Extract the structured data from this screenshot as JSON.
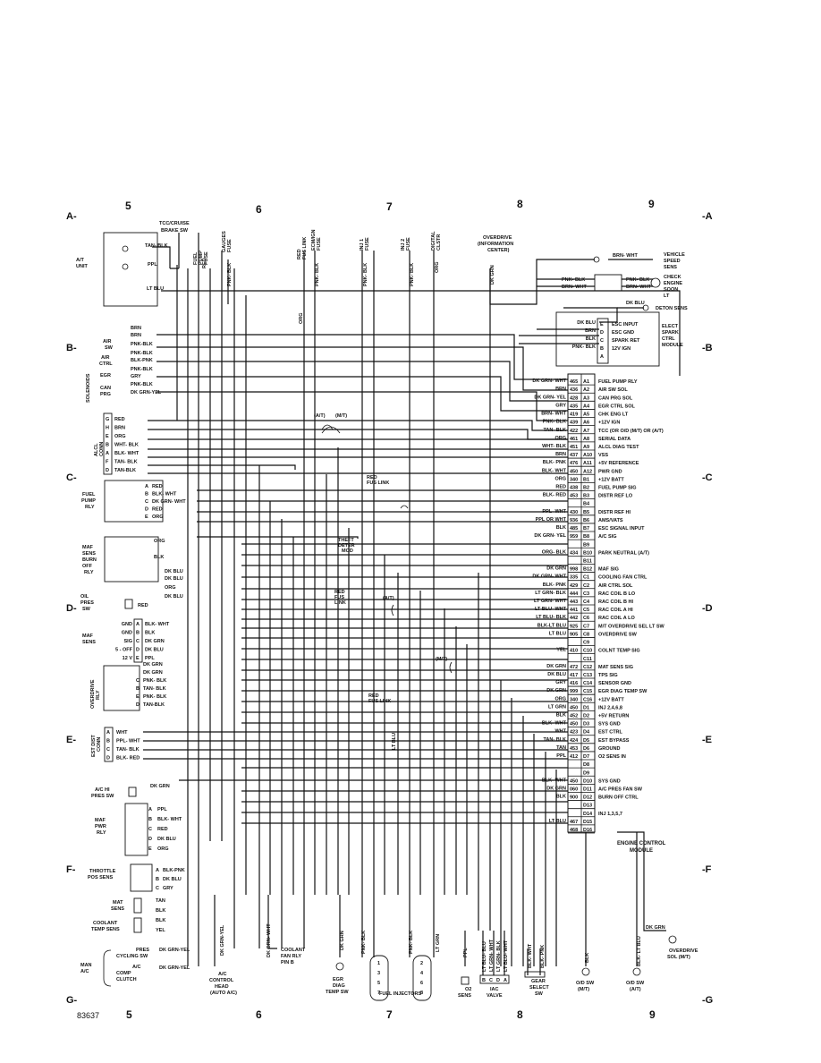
{
  "grid": {
    "columns": [
      "5",
      "6",
      "7",
      "8",
      "9"
    ],
    "rows_left": [
      "A-",
      "B-",
      "C-",
      "D-",
      "E-",
      "F-",
      "G-"
    ],
    "rows_right": [
      "-A",
      "-B",
      "-C",
      "-D",
      "-E",
      "-F",
      "-G"
    ],
    "figure_number": "83637"
  },
  "ecm": {
    "title_line1": "ENGINE CONTROL",
    "title_line2": "MODULE",
    "pins": [
      {
        "ckt": "465",
        "pin": "A1",
        "fn": "FUEL PUMP RLY",
        "wire": "DK GRN- WHT"
      },
      {
        "ckt": "436",
        "pin": "A2",
        "fn": "AIR SW SOL",
        "wire": "BRN"
      },
      {
        "ckt": "428",
        "pin": "A3",
        "fn": "CAN PRG SOL",
        "wire": "DK GRN- YEL"
      },
      {
        "ckt": "435",
        "pin": "A4",
        "fn": "EGR CTRL SOL",
        "wire": "GRY"
      },
      {
        "ckt": "419",
        "pin": "A5",
        "fn": "CHK ENG LT",
        "wire": "BRN- WHT"
      },
      {
        "ckt": "439",
        "pin": "A6",
        "fn": "+12V IGN",
        "wire": "PNK- BLK"
      },
      {
        "ckt": "422",
        "pin": "A7",
        "fn": "TCC (OR O/D (M/T) OR (A/T)",
        "wire": "TAN- BLK"
      },
      {
        "ckt": "461",
        "pin": "A8",
        "fn": "SERIAL DATA",
        "wire": "ORG"
      },
      {
        "ckt": "451",
        "pin": "A9",
        "fn": "ALCL DIAG TEST",
        "wire": "WHT- BLK"
      },
      {
        "ckt": "437",
        "pin": "A10",
        "fn": "VSS",
        "wire": "BRN"
      },
      {
        "ckt": "476",
        "pin": "A11",
        "fn": "+5V REFERENCE",
        "wire": "BLK- PNK"
      },
      {
        "ckt": "450",
        "pin": "A12",
        "fn": "PWR GND",
        "wire": "BLK- WHT"
      },
      {
        "ckt": "340",
        "pin": "B1",
        "fn": "+12V BATT",
        "wire": "ORG"
      },
      {
        "ckt": "438",
        "pin": "B2",
        "fn": "FUEL PUMP SIG",
        "wire": "RED"
      },
      {
        "ckt": "453",
        "pin": "B3",
        "fn": "DISTR REF LO",
        "wire": "BLK- RED"
      },
      {
        "ckt": "",
        "pin": "B4",
        "fn": "",
        "wire": ""
      },
      {
        "ckt": "430",
        "pin": "B5",
        "fn": "DISTR REF HI",
        "wire": "PPL- WHT"
      },
      {
        "ckt": "936",
        "pin": "B6",
        "fn": "AMS/VATS",
        "wire": "PPL OR WHT"
      },
      {
        "ckt": "485",
        "pin": "B7",
        "fn": "ESC SIGNAL INPUT",
        "wire": "BLK"
      },
      {
        "ckt": "959",
        "pin": "B8",
        "fn": "A/C SIG",
        "wire": "DK GRN- YEL"
      },
      {
        "ckt": "",
        "pin": "B9",
        "fn": "",
        "wire": ""
      },
      {
        "ckt": "434",
        "pin": "B10",
        "fn": "PARK NEUTRAL (A/T)",
        "wire": "ORG- BLK"
      },
      {
        "ckt": "",
        "pin": "B11",
        "fn": "",
        "wire": ""
      },
      {
        "ckt": "998",
        "pin": "B12",
        "fn": "MAF SIG",
        "wire": "DK GRN"
      },
      {
        "ckt": "335",
        "pin": "C1",
        "fn": "COOLING FAN CTRL",
        "wire": "DK GRN- WHT"
      },
      {
        "ckt": "429",
        "pin": "C2",
        "fn": "AIR CTRL SOL",
        "wire": "BLK- PNK"
      },
      {
        "ckt": "444",
        "pin": "C3",
        "fn": "RAC COIL B LO",
        "wire": "LT GRN- BLK"
      },
      {
        "ckt": "443",
        "pin": "C4",
        "fn": "RAC COIL B HI",
        "wire": "LT GRN- WHT"
      },
      {
        "ckt": "441",
        "pin": "C5",
        "fn": "RAC COIL A HI",
        "wire": "LT BLU- WHT"
      },
      {
        "ckt": "442",
        "pin": "C6",
        "fn": "RAC COIL A LO",
        "wire": "LT BLU- BLK"
      },
      {
        "ckt": "925",
        "pin": "C7",
        "fn": "M/T OVERDRIVE SEL LT SW",
        "wire": "BLK-LT BLU"
      },
      {
        "ckt": "905",
        "pin": "C8",
        "fn": "OVERDRIVE SW",
        "wire": "LT BLU"
      },
      {
        "ckt": "",
        "pin": "C9",
        "fn": "",
        "wire": ""
      },
      {
        "ckt": "410",
        "pin": "C10",
        "fn": "COLNT TEMP SIG",
        "wire": "YEL"
      },
      {
        "ckt": "",
        "pin": "C11",
        "fn": "",
        "wire": ""
      },
      {
        "ckt": "472",
        "pin": "C12",
        "fn": "MAT SENS SIG",
        "wire": "DK GRN"
      },
      {
        "ckt": "417",
        "pin": "C13",
        "fn": "TPS SIG",
        "wire": "DK BLU"
      },
      {
        "ckt": "416",
        "pin": "C14",
        "fn": "SENSOR GND",
        "wire": "GRY"
      },
      {
        "ckt": "999",
        "pin": "C15",
        "fn": "EGR DIAG TEMP SW",
        "wire": "DK GRN"
      },
      {
        "ckt": "340",
        "pin": "C16",
        "fn": "+12V BATT",
        "wire": "ORG"
      },
      {
        "ckt": "450",
        "pin": "D1",
        "fn": "INJ 2,4,6,8",
        "wire": "LT GRN"
      },
      {
        "ckt": "452",
        "pin": "D2",
        "fn": "+5V RETURN",
        "wire": "BLK"
      },
      {
        "ckt": "450",
        "pin": "D3",
        "fn": "SYS GND",
        "wire": "BLK- WHT"
      },
      {
        "ckt": "423",
        "pin": "D4",
        "fn": "EST CTRL",
        "wire": "WHT"
      },
      {
        "ckt": "424",
        "pin": "D5",
        "fn": "EST BYPASS",
        "wire": "TAN- BLK"
      },
      {
        "ckt": "453",
        "pin": "D6",
        "fn": "GROUND",
        "wire": "TAN"
      },
      {
        "ckt": "412",
        "pin": "D7",
        "fn": "O2 SENS IN",
        "wire": "PPL"
      },
      {
        "ckt": "",
        "pin": "D8",
        "fn": "",
        "wire": ""
      },
      {
        "ckt": "",
        "pin": "D9",
        "fn": "",
        "wire": ""
      },
      {
        "ckt": "450",
        "pin": "D10",
        "fn": "SYS GND",
        "wire": "BLK- WHT"
      },
      {
        "ckt": "060",
        "pin": "D11",
        "fn": "A/C PRES FAN SW",
        "wire": "DK GRN"
      },
      {
        "ckt": "900",
        "pin": "D12",
        "fn": "BURN OFF CTRL",
        "wire": "BLK"
      },
      {
        "ckt": "",
        "pin": "D13",
        "fn": "",
        "wire": ""
      },
      {
        "ckt": "",
        "pin": "D14",
        "fn": "INJ 1,3,5,7",
        "wire": ""
      },
      {
        "ckt": "467",
        "pin": "D15",
        "fn": "",
        "wire": "LT BLU"
      },
      {
        "ckt": "468",
        "pin": "D16",
        "fn": "",
        "wire": ""
      }
    ]
  },
  "top_components": {
    "tcc_cruise": [
      "TCC/CRUISE",
      "BRAKE SW"
    ],
    "fuel_pump_fuse": [
      "FUEL",
      "PUMP",
      "FUSE"
    ],
    "gauges_fuse": [
      "GAUGES",
      "FUSE"
    ],
    "red_fus_link": [
      "RED",
      "FUS LINK"
    ],
    "ecm_ign_fuse": [
      "ECM/IGN",
      "FUSE"
    ],
    "inj1_fuse": [
      "INJ 1",
      "FUSE"
    ],
    "inj2_fuse": [
      "INJ 2",
      "FUSE"
    ],
    "digital_clstr": [
      "DIGITAL",
      "CLSTR"
    ],
    "overdrive_info": [
      "OVERDRIVE",
      "(INFORMATION",
      "CENTER)"
    ],
    "wire_labels": [
      "RED",
      "PNK- BLK",
      "ORG",
      "PNK- BLK",
      "PNK- BLK",
      "PNK- BLK",
      "ORG",
      "DK GRN"
    ]
  },
  "right_components": {
    "vss": [
      "VEHICLE",
      "SPEED",
      "SENS"
    ],
    "vss_wire": "BRN- WHT",
    "check_engine": [
      "CHECK",
      "ENGINE",
      "SOON",
      "LT"
    ],
    "check_wires": [
      "PNK- BLK",
      "BRN- WHT",
      "PNK- BLK",
      "BRN- WHT"
    ],
    "deton": "DETON SENS",
    "deton_wire": "DK BLU",
    "esc_pins": [
      {
        "pin": "E",
        "fn": "ESC INPUT",
        "wire": "DK BLU"
      },
      {
        "pin": "D",
        "fn": "ESC GND",
        "wire": "BRN"
      },
      {
        "pin": "C",
        "fn": "SPARK RET",
        "wire": "BLK"
      },
      {
        "pin": "B",
        "fn": "12V IGN",
        "wire": "PNK- BLK"
      },
      {
        "pin": "A",
        "fn": "",
        "wire": ""
      }
    ],
    "esc_module": [
      "ELECT",
      "SPARK",
      "CTRL",
      "MODULE"
    ]
  },
  "left_components": {
    "at_unit": [
      "A/T",
      "UNIT"
    ],
    "at_wires": [
      "TAN- BLK",
      "PPL",
      "LT BLU"
    ],
    "solenoids_label": "SOLENOIDS",
    "air_sw": [
      "AIR",
      "SW"
    ],
    "air_ctrl": [
      "AIR",
      "CTRL"
    ],
    "egr": "EGR",
    "can_prg": [
      "CAN",
      "PRG"
    ],
    "sol_wires": [
      "BRN",
      "BRN",
      "PNK-BLK",
      "PNK-BLK",
      "BLK-PNK",
      "PNK-BLK",
      "GRY",
      "PNK-BLK",
      "DK GRN-YEL"
    ],
    "alcl_label": [
      "ALCL",
      "CONN"
    ],
    "alcl_pins": [
      {
        "pin": "G",
        "wire": "RED"
      },
      {
        "pin": "H",
        "wire": "BRN"
      },
      {
        "pin": "E",
        "wire": "ORG"
      },
      {
        "pin": "B",
        "wire": "WHT- BLK"
      },
      {
        "pin": "A",
        "wire": "BLK- WHT"
      },
      {
        "pin": "F",
        "wire": "TAN- BLK"
      },
      {
        "pin": "D",
        "wire": "TAN-BLK"
      }
    ],
    "fuel_pump_rly": [
      "FUEL",
      "PUMP",
      "RLY"
    ],
    "fp_pins": [
      {
        "pin": "A",
        "wire": "RED"
      },
      {
        "pin": "B",
        "wire": "BLK- WHT"
      },
      {
        "pin": "C",
        "wire": "DK GRN- WHT"
      },
      {
        "pin": "D",
        "wire": "RED"
      },
      {
        "pin": "E",
        "wire": "ORG"
      }
    ],
    "maf_burn": [
      "MAF",
      "SENS",
      "BURN",
      "OFF",
      "RLY"
    ],
    "maf_burn_wires": [
      "ORG",
      "BLK",
      "DK BLU",
      "DK BLU",
      "ORG",
      "DK BLU"
    ],
    "oil_pres": [
      "OIL",
      "PRES",
      "SW"
    ],
    "oil_wire": "RED",
    "maf_sens": [
      "MAF",
      "SENS"
    ],
    "maf_pins": [
      {
        "lbl": "GND",
        "pin": "A",
        "wire": "BLK- WHT"
      },
      {
        "lbl": "GND",
        "pin": "B",
        "wire": "BLK"
      },
      {
        "lbl": "SIG",
        "pin": "C",
        "wire": "DK GRN"
      },
      {
        "lbl": "5 - OFF",
        "pin": "D",
        "wire": "DK BLU"
      },
      {
        "lbl": "12 V",
        "pin": "E",
        "wire": "PPL"
      }
    ],
    "overdrive_rly": [
      "OVERDRIVE",
      "RLY"
    ],
    "od_pins": [
      {
        "pin": "",
        "wire": "DK GRN"
      },
      {
        "pin": "",
        "wire": "DK GRN"
      },
      {
        "pin": "C",
        "wire": "PNK- BLK"
      },
      {
        "pin": "B",
        "wire": "TAN- BLK"
      },
      {
        "pin": "E",
        "wire": "PNK- BLK"
      },
      {
        "pin": "D",
        "wire": "TAN-BLK"
      }
    ],
    "est_dist": [
      "EST DIST",
      "CONN"
    ],
    "est_pins": [
      {
        "pin": "A",
        "wire": "WHT"
      },
      {
        "pin": "B",
        "wire": "PPL- WHT"
      },
      {
        "pin": "C",
        "wire": "TAN- BLK"
      },
      {
        "pin": "D",
        "wire": "BLK- RED"
      }
    ],
    "ac_hi": [
      "A/C HI",
      "PRES SW"
    ],
    "ac_hi_wire": "DK GRN",
    "maf_pwr": [
      "MAF",
      "PWR",
      "RLY"
    ],
    "maf_pwr_pins": [
      {
        "pin": "A",
        "wire": "PPL"
      },
      {
        "pin": "B",
        "wire": "BLK- WHT"
      },
      {
        "pin": "C",
        "wire": "RED"
      },
      {
        "pin": "D",
        "wire": "DK BLU"
      },
      {
        "pin": "E",
        "wire": "ORG"
      }
    ],
    "throttle": [
      "THROTTLE",
      "POS SENS"
    ],
    "tps_pins": [
      {
        "pin": "A",
        "wire": "BLK-PNK"
      },
      {
        "pin": "B",
        "wire": "DK BLU"
      },
      {
        "pin": "C",
        "wire": "GRY"
      }
    ],
    "mat": [
      "MAT",
      "SENS"
    ],
    "mat_wires": [
      "TAN",
      "BLK"
    ],
    "coolant": [
      "COOLANT",
      "TEMP SENS"
    ],
    "coolant_wires": [
      "BLK",
      "YEL"
    ],
    "man_ac": [
      "MAN",
      "A/C"
    ],
    "pres_cycling": [
      "PRES",
      "CYCLING SW"
    ],
    "ac_comp": [
      "A/C",
      "COMP",
      "CLUTCH"
    ],
    "ac_wires": [
      "DK GRN-YEL",
      "DK GRN-YEL"
    ]
  },
  "bottom_components": {
    "ac_ctrl_head": [
      "A/C",
      "CONTROL",
      "HEAD",
      "(AUTO A/C)"
    ],
    "ac_ctrl_wire": "DK GRN-YEL",
    "coolant_fan": [
      "COOLANT",
      "FAN RLY",
      "PIN B"
    ],
    "coolant_fan_wire": "DK GRN- WHT",
    "egr_diag": [
      "EGR",
      "DIAG",
      "TEMP SW"
    ],
    "egr_wire": "DK GRN",
    "fuel_injectors": "FUEL INJECTORS",
    "inj_wires": [
      "PNK- BLK",
      "LT BLU",
      "PNK- BLK",
      "LT GRN"
    ],
    "inj_left": [
      "1",
      "3",
      "5",
      "7"
    ],
    "inj_right": [
      "2",
      "4",
      "6",
      "8"
    ],
    "o2_sens": [
      "O2",
      "SENS"
    ],
    "o2_wire": "PPL",
    "iac_valve": [
      "IAC",
      "VALVE"
    ],
    "iac_pins": [
      "B",
      "C",
      "D",
      "A"
    ],
    "iac_wires": [
      "LT BLU- BLU",
      "LT GRN- WHT",
      "LT GRN- BLK",
      "LT BLU- WHT"
    ],
    "gear_select": [
      "GEAR",
      "SELECT",
      "SW"
    ],
    "gear_wires": [
      "BLK- WHT",
      "BLK- PNK"
    ],
    "od_sw_mt": [
      "O/D SW",
      "(M/T)"
    ],
    "od_sw_at": [
      "O/D SW",
      "(A/T)"
    ],
    "od_sw_wires": [
      "BLK",
      "BLK- LT BLU"
    ],
    "od_sol": [
      "OVERDRIVE",
      "SOL (M/T)"
    ],
    "od_sol_wire": "DK GRN"
  },
  "notes": {
    "at": "(A/T)",
    "mt": "(M/T)",
    "red_fus_link": [
      "RED",
      "FUS LINK"
    ],
    "theft": [
      "THEFT",
      "DETER",
      "MOD"
    ],
    "red_fus_link2": [
      "RED",
      "FUS",
      "LINK"
    ],
    "red_fus_link3": [
      "RED",
      "FUS LINK"
    ]
  }
}
